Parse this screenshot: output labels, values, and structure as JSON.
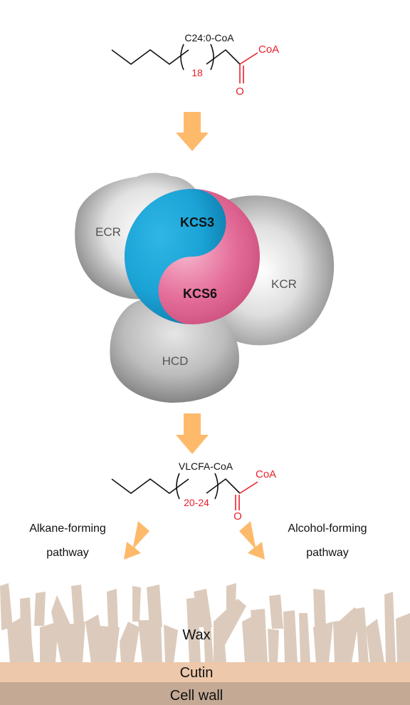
{
  "top_molecule": {
    "name": "C24:0-CoA",
    "repeat_count": "18",
    "coa": "CoA",
    "oxygen": "O"
  },
  "enzyme_complex": {
    "ecr": "ECR",
    "kcs3": "KCS3",
    "kcs6": "KCS6",
    "kcr": "KCR",
    "hcd": "HCD"
  },
  "bottom_molecule": {
    "name": "VLCFA-CoA",
    "repeat_count": "20-24",
    "coa": "CoA",
    "oxygen": "O"
  },
  "pathways": {
    "left_line1": "Alkane-forming",
    "left_line2": "pathway",
    "right_line1": "Alcohol-forming",
    "right_line2": "pathway"
  },
  "layers": {
    "wax": "Wax",
    "cutin": "Cutin",
    "cell_wall": "Cell wall"
  },
  "colors": {
    "arrow": "#FDBA6B",
    "kcs3": "#1BA3D6",
    "kcs6": "#E56E9A",
    "accent_red": "#E8202A",
    "wax": "#DCCBBC",
    "cutin": "#EDC8AA",
    "cell_wall": "#C4A994"
  }
}
